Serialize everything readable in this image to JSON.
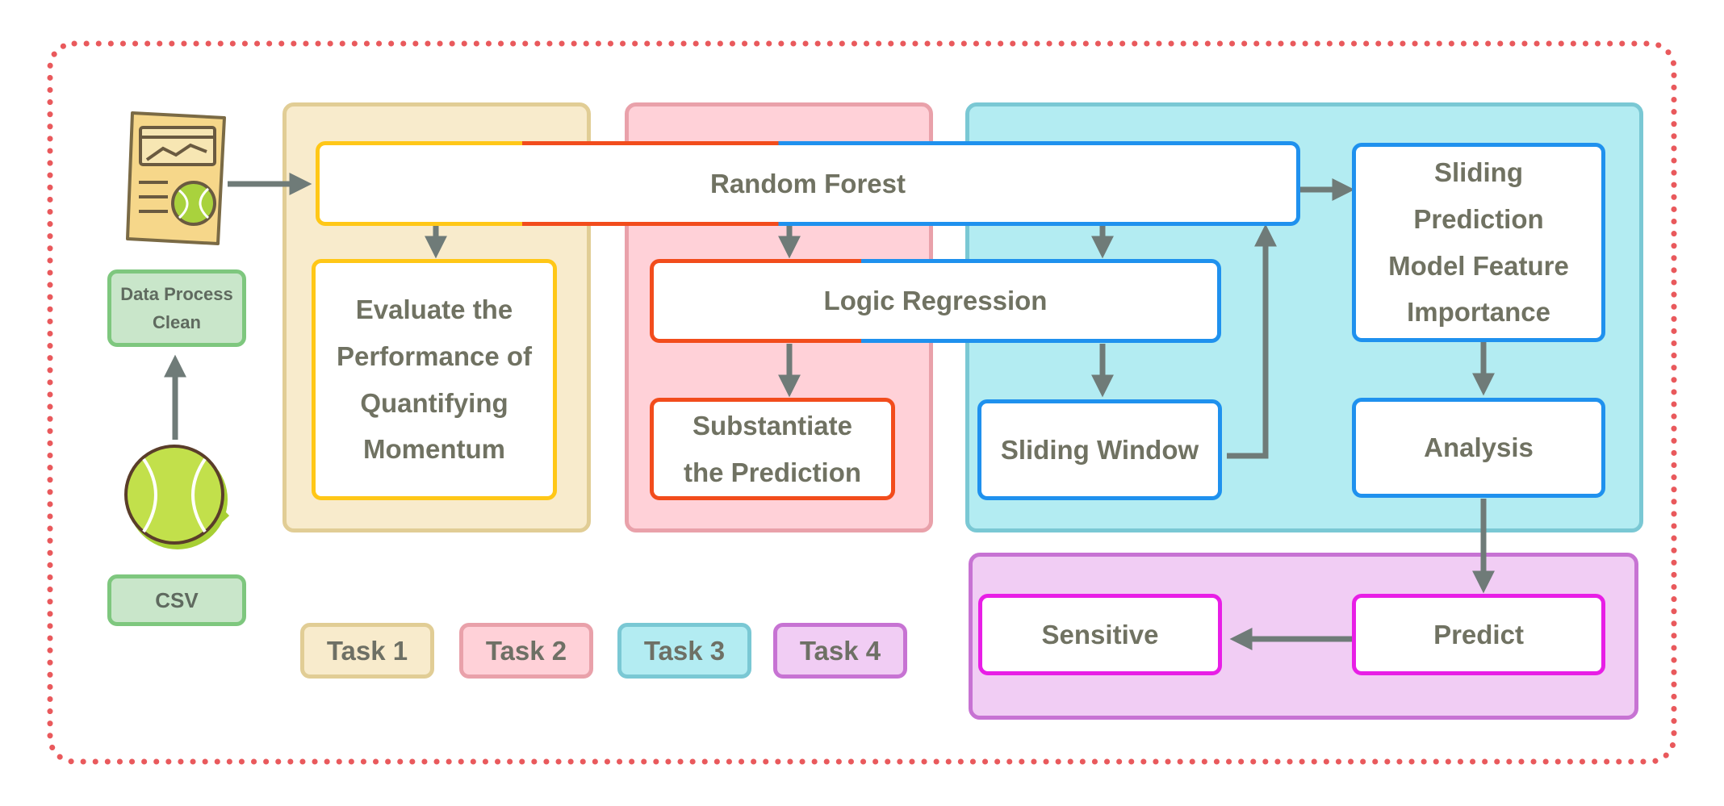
{
  "diagram": {
    "inputs": {
      "csv_label": "CSV",
      "data_process_label": "Data Process\nClean"
    },
    "nodes": {
      "random_forest": "Random Forest",
      "logic_regression": "Logic Regression",
      "evaluate_momentum": "Evaluate the\nPerformance of\nQuantifying\nMomentum",
      "substantiate_prediction": "Substantiate\nthe Prediction",
      "sliding_window": "Sliding Window",
      "sliding_prediction": "Sliding Prediction\nModel Feature\nImportance",
      "analysis": "Analysis",
      "predict": "Predict",
      "sensitive": "Sensitive"
    },
    "legend": [
      {
        "label": "Task 1",
        "fill": "#f8ebcc",
        "border": "#e1cd95"
      },
      {
        "label": "Task 2",
        "fill": "#ffd1d8",
        "border": "#e9a1aa"
      },
      {
        "label": "Task 3",
        "fill": "#b3ecf2",
        "border": "#7ac8d4"
      },
      {
        "label": "Task 4",
        "fill": "#f1cdf4",
        "border": "#c773d3"
      }
    ],
    "colors": {
      "outer_dotted_border": "#e9595c",
      "arrow": "#6f7b78",
      "task1_node_border": "#ffc717",
      "task2_node_border": "#f24c1c",
      "task3_node_border": "#1f91ee",
      "task4_node_border": "#e81ee6",
      "input_box_fill": "#c9e6ca",
      "input_box_border": "#7ec77e"
    }
  }
}
